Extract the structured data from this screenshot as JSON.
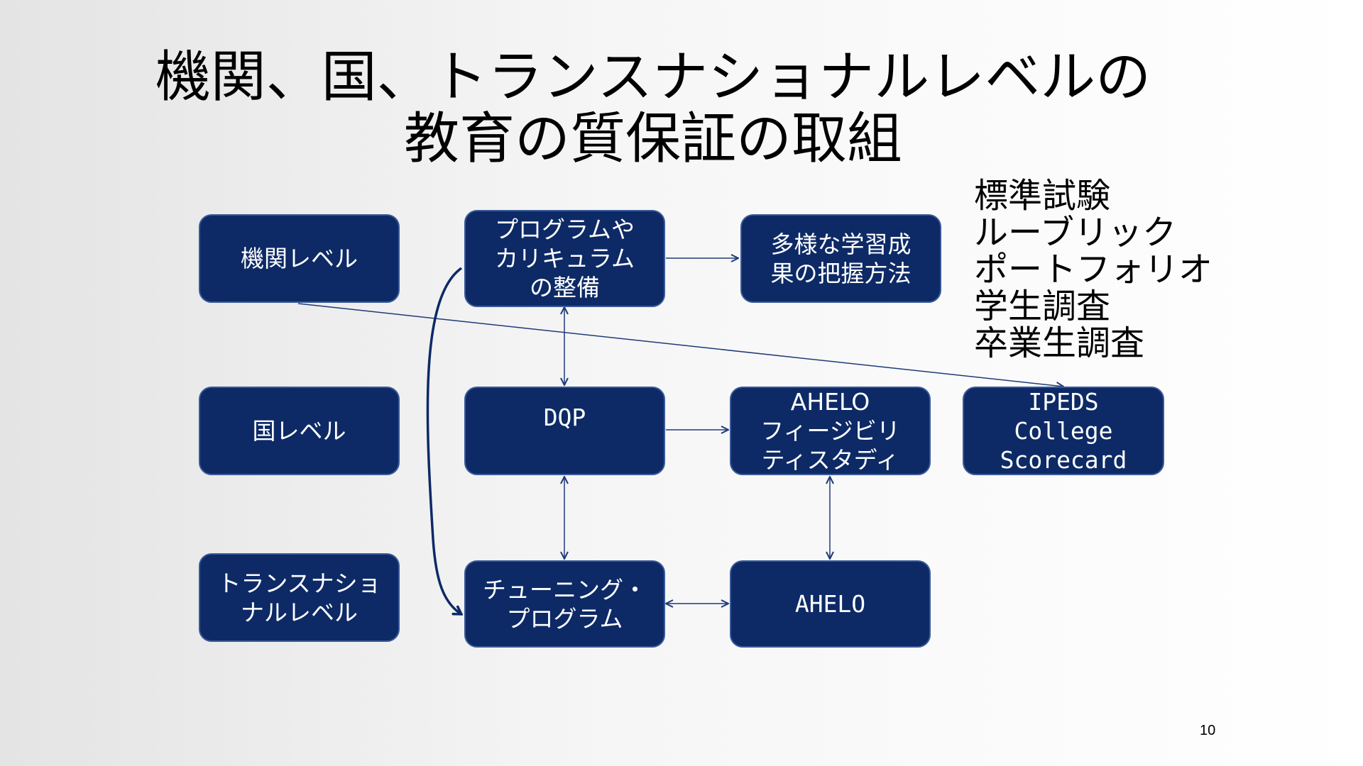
{
  "title": {
    "line1": "機関、国、トランスナショナルレベルの",
    "line2": "教育の質保証の取組"
  },
  "levels": {
    "institution": "機関レベル",
    "national": "国レベル",
    "transnational": "トランスナショ\nナルレベル"
  },
  "boxes": {
    "program": "プログラムや\nカリキュラム\nの整備",
    "methods": "多様な学習成\n果の把握方法",
    "dqp": "DQP",
    "ahelo_feasibility": "AHELO\nフィージビリ\nティスタディ",
    "ipeds": "IPEDS\nCollege\nScorecard",
    "tuning": "チューニング・\nプログラム",
    "ahelo": "AHELO"
  },
  "methods_list": [
    "標準試験",
    "ルーブリック",
    "ポートフォリオ",
    "学生調査",
    "卒業生調査"
  ],
  "page_number": "10",
  "colors": {
    "box_fill": "#0d2a66",
    "box_border": "#3a5a9a",
    "arrow": "#1f3a78"
  }
}
